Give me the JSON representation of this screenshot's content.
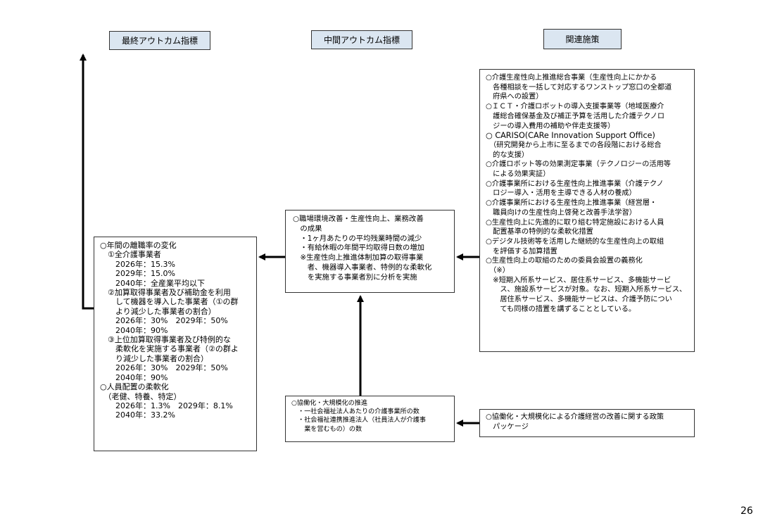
{
  "headers": {
    "final": "最終アウトカム指標",
    "intermediate": "中間アウトカム指標",
    "related": "関連施策"
  },
  "final_box": {
    "lines": [
      "○年間の離職率の変化",
      "　①全介護事業者",
      "　　2026年：15.3%",
      "　　2029年：15.0%",
      "　　2040年：全産業平均以下",
      "　②加算取得事業者及び補助金を利用",
      "　　して機器を導入した事業者（①の群",
      "　　より減少した事業者の割合）",
      "　　2026年：30%　2029年：50%",
      "　　2040年：90%",
      "　③上位加算取得事業者及び特例的な",
      "　　柔軟化を実施する事業者（②の群よ",
      "　　り減少した事業者の割合）",
      "　　2026年：30%　2029年：50%",
      "　　2040年：90%",
      "○人員配置の柔軟化",
      "　（老健、特養、特定）",
      "　　2026年：1.3%　2029年：8.1%",
      "　　2040年：33.2%"
    ]
  },
  "intermediate_box": {
    "lines": [
      "○職場環境改善・生産性向上、業務改善",
      "　の成果",
      "　・1ヶ月あたりの平均残業時間の減少",
      "　・有給休暇の年間平均取得日数の増加",
      "　※生産性向上推進体制加算の取得事業",
      "　　者、機器導入事業者、特例的な柔軟化",
      "　　を実施する事業者別に分析を実施"
    ]
  },
  "measures_box": {
    "lines": [
      "○介護生産性向上推進総合事業（生産性向上にかかる",
      "　各種相談を一括して対応するワンストップ窓口の全都道",
      "　府県への設置）",
      "○ＩＣＴ・介護ロボットの導入支援事業等（地域医療介",
      "　護総合確保基金及び補正予算を活用した介護テクノロ",
      "　ジーの導入費用の補助や伴走支援等）",
      "○ CARISO(CARe Innovation Support Office)",
      "　（研究開発から上市に至るまでの各段階における総合",
      "　的な支援）",
      "○介護ロボット等の効果測定事業（テクノロジーの活用等",
      "　による効果実証）",
      "○介護事業所における生産性向上推進事業（介護テクノ",
      "　ロジー導入・活用を主導できる人材の養成）",
      "○介護事業所における生産性向上推進事業（経営層・",
      "　職員向けの生産性向上啓発と改善手法学習）",
      "○生産性向上に先進的に取り組む特定施設における人員",
      "　配置基準の特例的な柔軟化措置",
      "○デジタル技術等を活用した継続的な生産性向上の取組",
      "　を評価する加算措置",
      "○生産性向上の取組のための委員会設置の義務化",
      "　（※）",
      "　※短期入所系サービス、居住系サービス、多機能サービ",
      "　　ス、施設系サービスが対象。なお、短期入所系サービス、",
      "　　居住系サービス、多機能サービスは、介護予防につい",
      "　　ても同様の措置を講ずることとしている。"
    ]
  },
  "cooperation_box": {
    "lines": [
      "○協働化・大規模化の推進",
      "　・一社会福祉法人あたりの介護事業所の数",
      "　・社会福祉連携推進法人（社員法人が介護事",
      "　　業を営むもの）の数"
    ]
  },
  "package_box": {
    "lines": [
      "○協働化・大規模化による介護経営の改善に関する政策",
      "　パッケージ"
    ]
  },
  "page_number": "26"
}
